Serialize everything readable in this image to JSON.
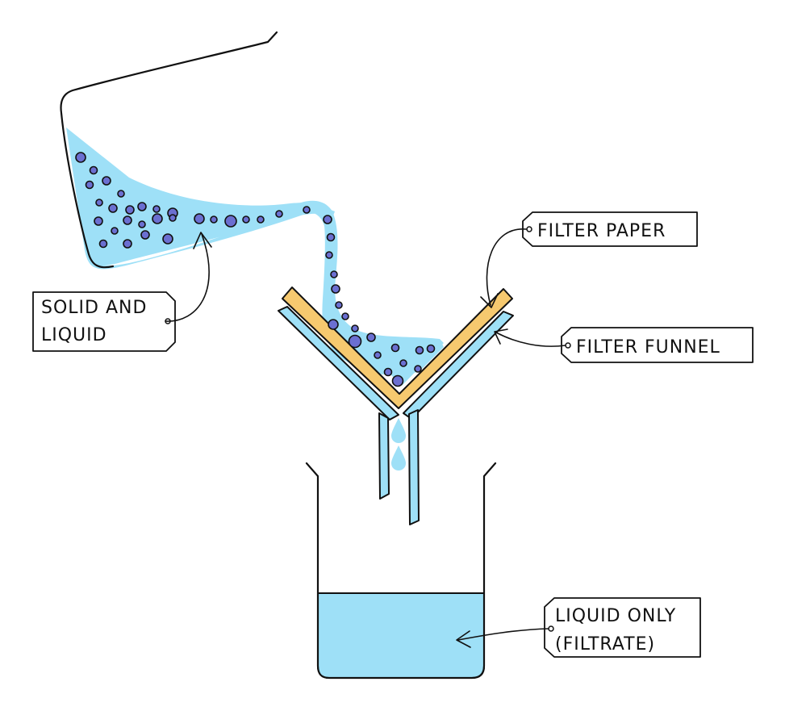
{
  "labels": {
    "solid_and_liquid_line1": "SOLID AND",
    "solid_and_liquid_line2": "LIQUID",
    "filter_paper": "FILTER PAPER",
    "filter_funnel": "FILTER FUNNEL",
    "liquid_only_line1": "LIQUID ONLY",
    "liquid_only_line2": "(FILTRATE)"
  },
  "colors": {
    "liquid": "#9ee0f7",
    "solid_particles": "#6b6fd1",
    "filter_paper": "#f6c96f",
    "outline": "#111111",
    "background": "#ffffff"
  }
}
